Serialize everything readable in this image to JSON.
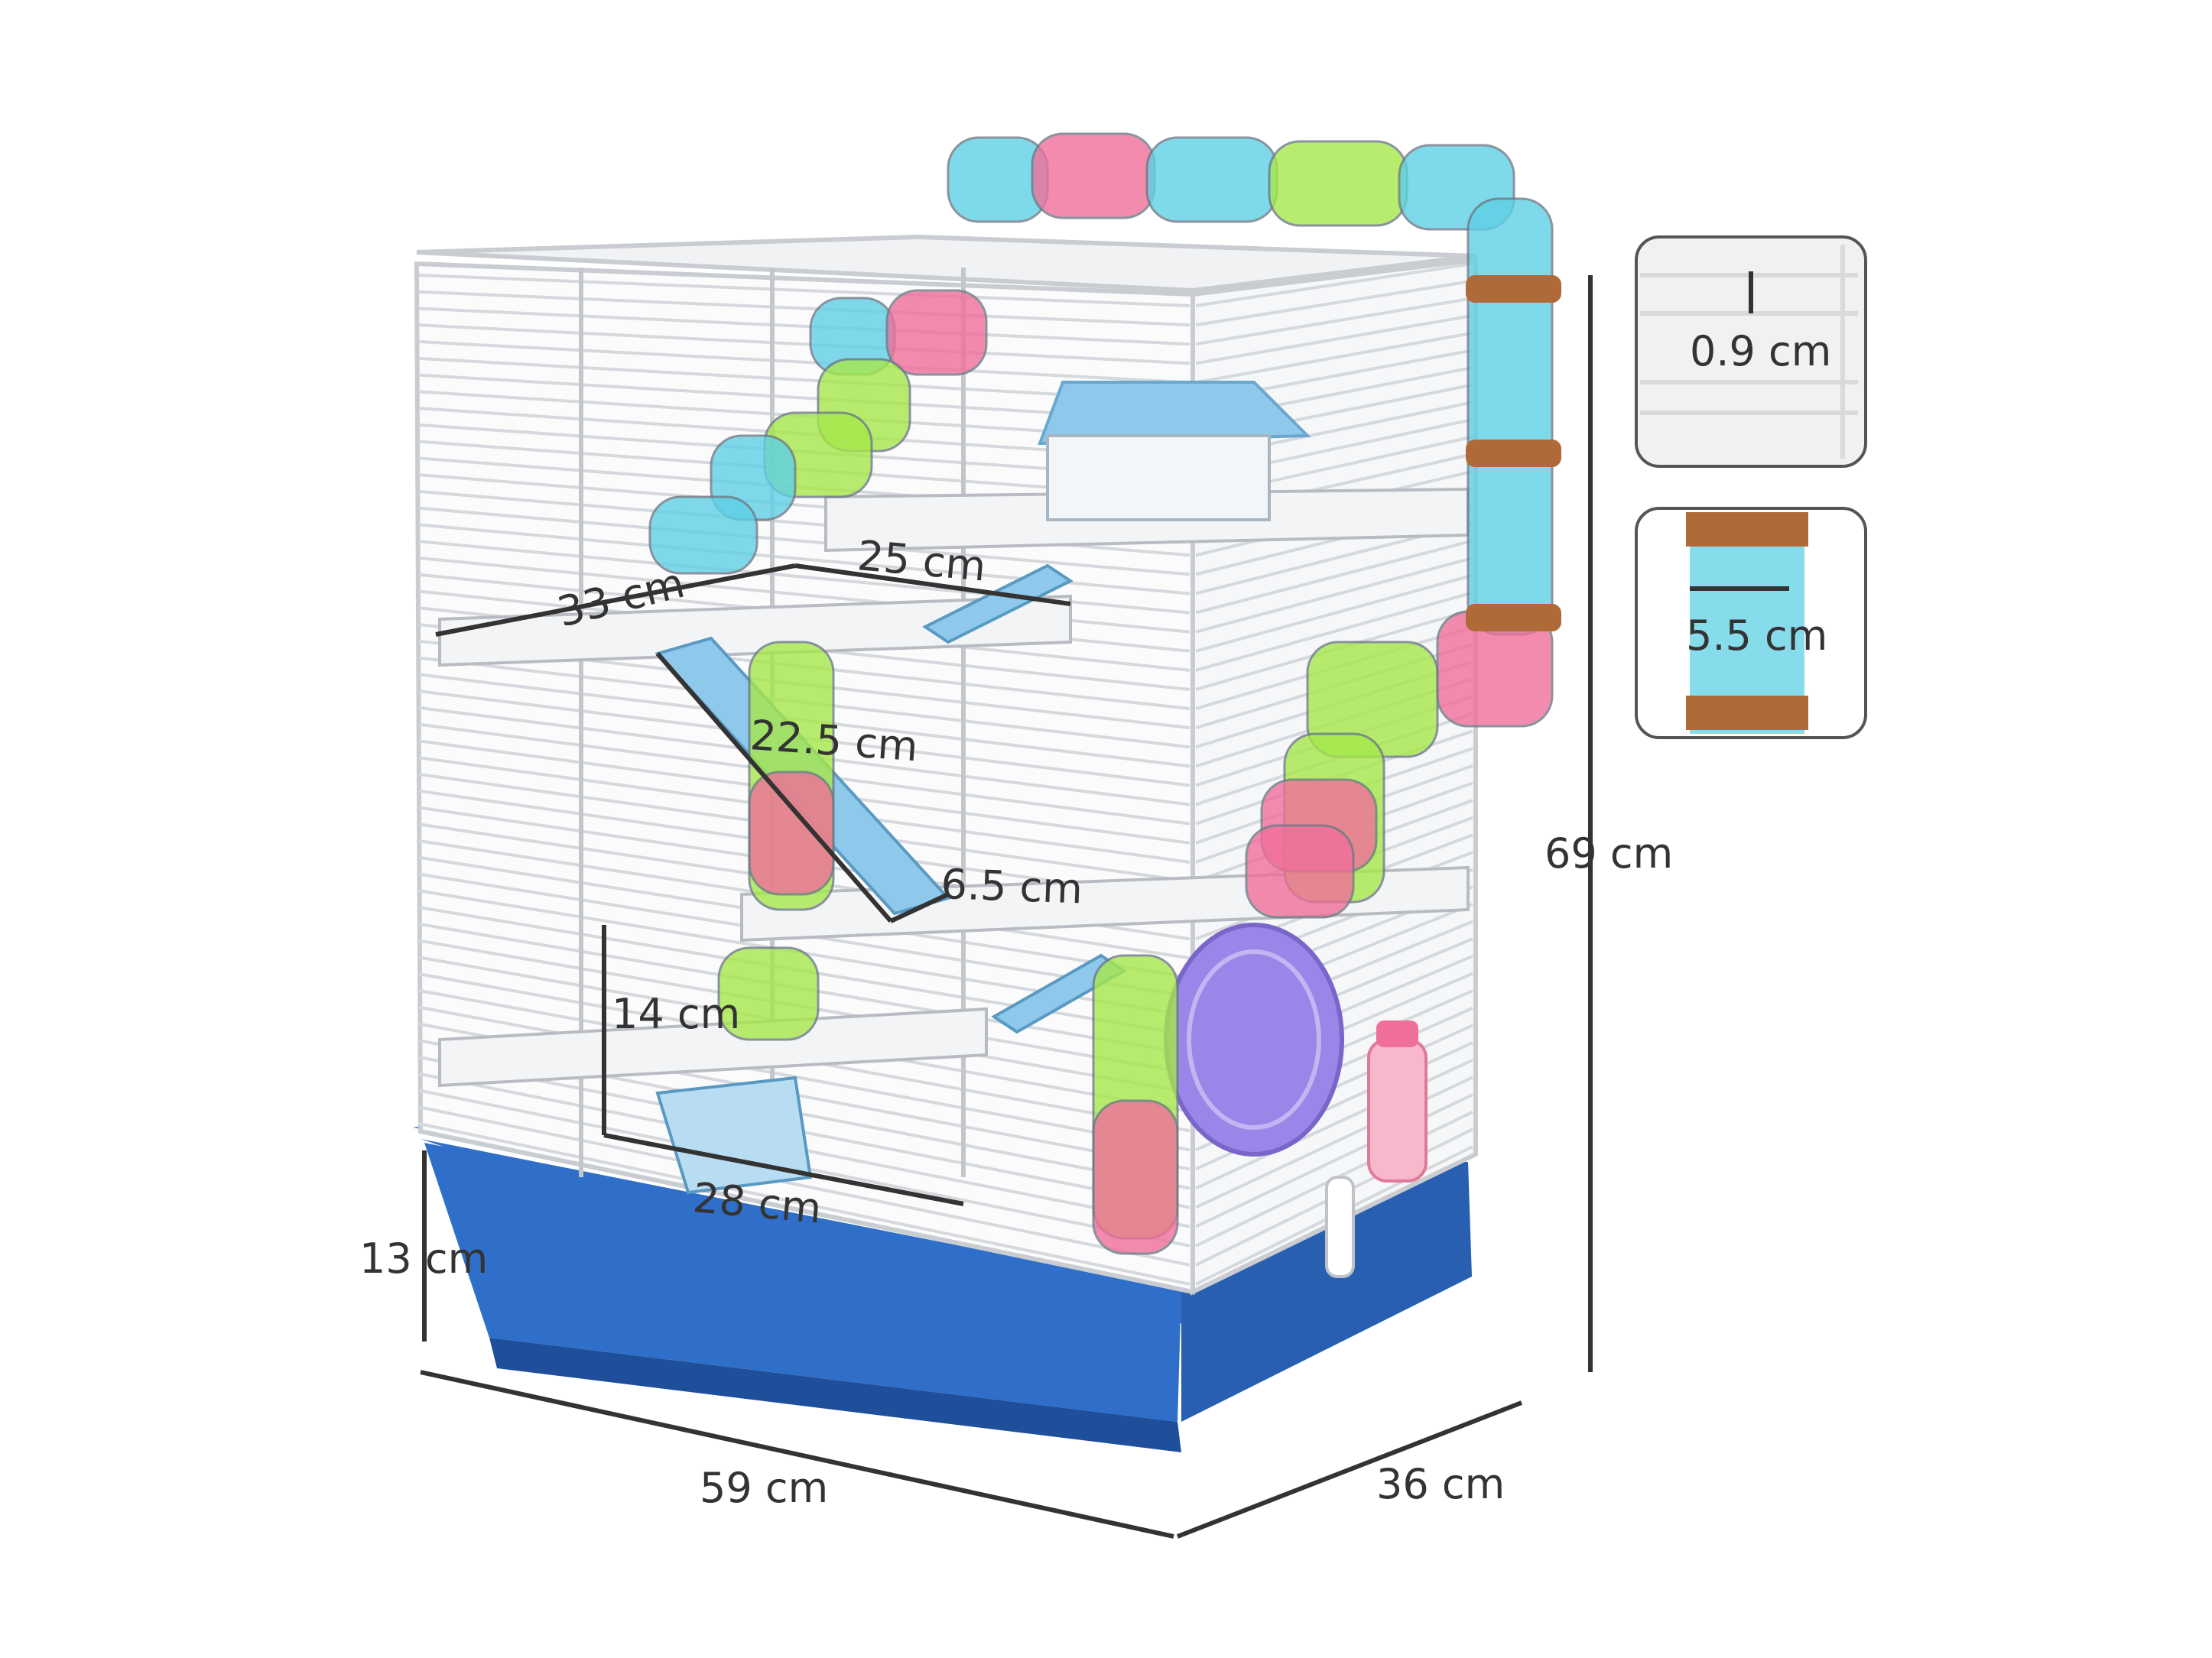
{
  "dimensions": {
    "width_top_shelf": "33 cm",
    "depth_top_shelf": "25 cm",
    "ramp_length": "22.5 cm",
    "ramp_width": "6.5 cm",
    "level_height": "14 cm",
    "inner_width": "28 cm",
    "base_height": "13 cm",
    "total_width": "59 cm",
    "total_depth": "36 cm",
    "total_height": "69 cm",
    "bar_spacing": "0.9 cm",
    "tube_diameter": "5.5 cm"
  },
  "colors": {
    "base": "#2f6fc9",
    "base_dark": "#1f4f9a",
    "wire": "#c9ccd1",
    "tube_blue": "#5fd0e6",
    "tube_pink": "#f06f9a",
    "tube_green": "#a6e84a",
    "tube_ring": "#b06a3a",
    "wheel": "#9a86e8",
    "platform": "#f3f4f6",
    "dim_line": "#333333",
    "dim_text": "#333333"
  }
}
